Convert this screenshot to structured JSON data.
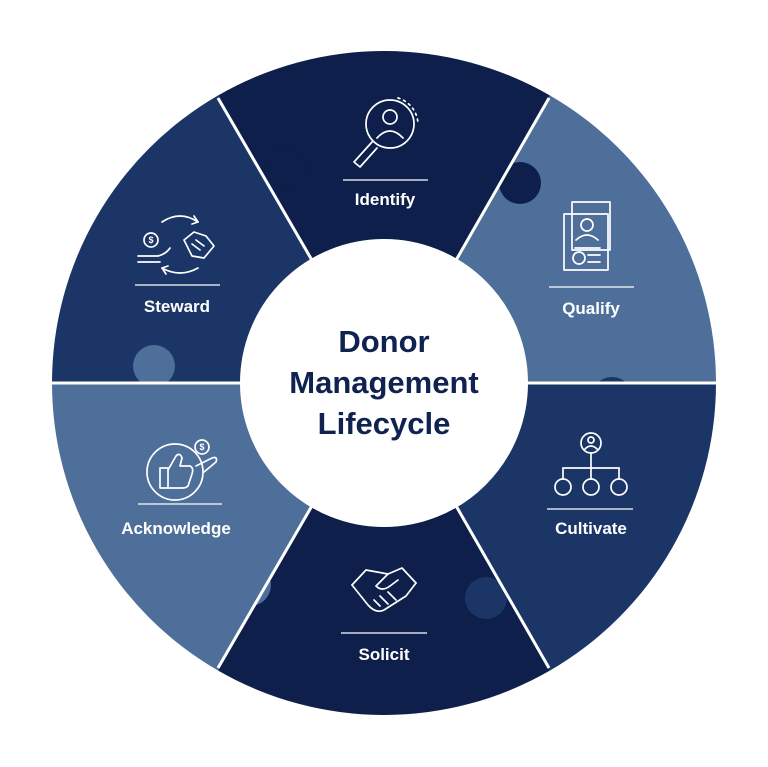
{
  "center": {
    "line1": "Donor",
    "line2": "Management",
    "line3": "Lifecycle",
    "color": "#0f2250"
  },
  "colors": {
    "darkest": "#0d1f4a",
    "dark": "#1a3566",
    "light": "#4e6f9a",
    "divider": "#ffffff"
  },
  "segments": [
    {
      "label": "Identify",
      "icon": "search-person-icon",
      "color": "#0d1f4a"
    },
    {
      "label": "Qualify",
      "icon": "profile-document-icon",
      "color": "#4e6f9a"
    },
    {
      "label": "Cultivate",
      "icon": "org-chart-icon",
      "color": "#1a3566"
    },
    {
      "label": "Solicit",
      "icon": "handshake-icon",
      "color": "#0d1f4a"
    },
    {
      "label": "Acknowledge",
      "icon": "thumbs-up-coin-icon",
      "color": "#4e6f9a"
    },
    {
      "label": "Steward",
      "icon": "coin-exchange-handshake-icon",
      "color": "#1a3566"
    }
  ],
  "icons": {
    "coin_symbol": "$"
  }
}
